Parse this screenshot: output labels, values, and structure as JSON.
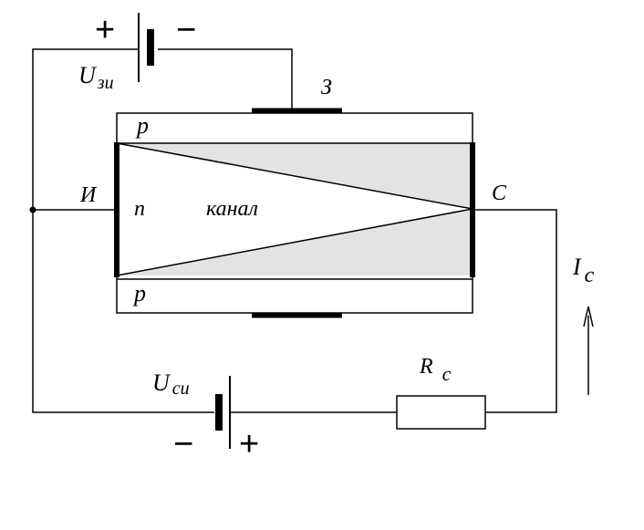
{
  "labels": {
    "gate_voltage_main": "U",
    "gate_voltage_sub": "зи",
    "gate": "З",
    "source": "И",
    "drain": "С",
    "p_top": "p",
    "p_bottom": "p",
    "n_region": "n",
    "channel": "канал",
    "drain_current_main": "I",
    "drain_current_sub": "c",
    "resistor_main": "R",
    "resistor_sub": "c",
    "drain_voltage_main": "U",
    "drain_voltage_sub": "си",
    "plus_top": "+",
    "minus_top": "−",
    "plus_bottom": "+",
    "minus_bottom": "−"
  },
  "colors": {
    "line": "#000000",
    "depletion_fill": "#e3e3e3",
    "background": "#ffffff"
  }
}
